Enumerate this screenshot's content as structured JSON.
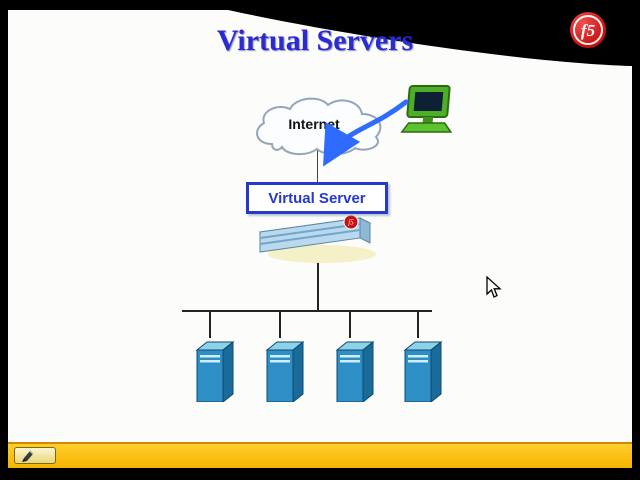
{
  "slide": {
    "title": "Virtual Servers"
  },
  "logo": {
    "text": "f5"
  },
  "diagram": {
    "internet_label": "Internet",
    "virtual_server_label": "Virtual Server",
    "appliance_badge": "f5",
    "server_count": "4"
  },
  "colors": {
    "title_blue": "#2b2bd2",
    "f5_red": "#c90f0f",
    "arrow_blue": "#2f6bff",
    "virtual_server_border": "#2639c9",
    "server_front": "#2e8ec6",
    "taskbar_yellow": "#ffc20e"
  }
}
